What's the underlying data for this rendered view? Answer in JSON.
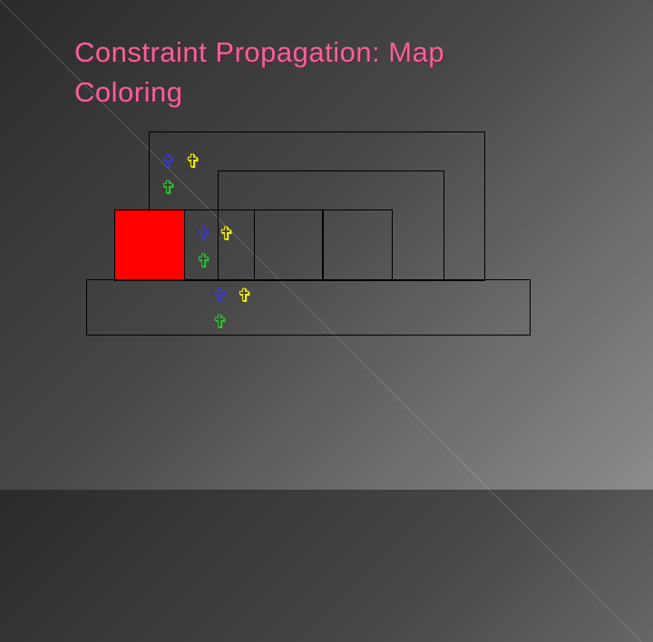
{
  "slide": {
    "title": "Constraint Propagation: Map Coloring"
  },
  "map": {
    "colors": {
      "red": "#ff0000",
      "blue": "#3a3ad8",
      "yellow": "#f2f200",
      "green": "#28c828"
    },
    "regions": [
      {
        "name": "outer-arch-large",
        "assigned_color": null
      },
      {
        "name": "outer-arch-small",
        "assigned_color": null
      },
      {
        "name": "left-box",
        "assigned_color": "red"
      },
      {
        "name": "box-2",
        "assigned_color": null
      },
      {
        "name": "box-3",
        "assigned_color": null
      },
      {
        "name": "box-4",
        "assigned_color": null
      },
      {
        "name": "bottom-bar",
        "assigned_color": null
      }
    ],
    "domain_glyph": "✞",
    "domain_markers": [
      {
        "region": "outer-arch-large",
        "remaining": [
          "blue",
          "yellow",
          "green"
        ]
      },
      {
        "region": "box-2",
        "remaining": [
          "blue",
          "yellow",
          "green"
        ]
      },
      {
        "region": "bottom-bar",
        "remaining": [
          "blue",
          "yellow",
          "green"
        ]
      }
    ]
  }
}
